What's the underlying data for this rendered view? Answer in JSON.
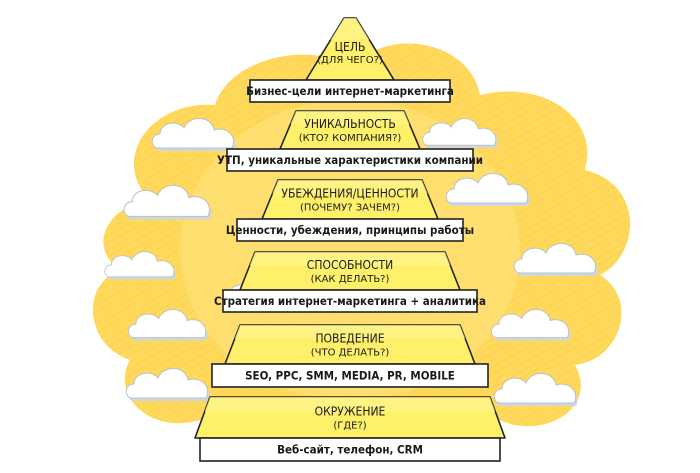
{
  "colors": {
    "cloud_yellow": "#ffd95c",
    "cloud_yellow_light": "#ffe68a",
    "tier_yellow": "#fff06a",
    "tier_yellow_top": "#fff58f",
    "outline": "#222222",
    "white_cloud": "#ffffff",
    "white_cloud_shadow": "#cfd6dc"
  },
  "tiers": [
    {
      "title": "ЦЕЛЬ",
      "subtitle": "(ДЛЯ ЧЕГО?)",
      "label": "Бизнес-цели интернет-маркетинга"
    },
    {
      "title": "УНИКАЛЬНОСТЬ",
      "subtitle": "(КТО? КОМПАНИЯ?)",
      "label": "УТП, уникальные характеристики компании"
    },
    {
      "title": "УБЕЖДЕНИЯ/ЦЕННОСТИ",
      "subtitle": "(ПОЧЕМУ? ЗАЧЕМ?)",
      "label": "Ценности, убеждения, принципы работы"
    },
    {
      "title": "СПОСОБНОСТИ",
      "subtitle": "(КАК ДЕЛАТЬ?)",
      "label": "Стратегия интернет-маркетинга + аналитика"
    },
    {
      "title": "ПОВЕДЕНИЕ",
      "subtitle": "(ЧТО ДЕЛАТЬ?)",
      "label": "SEO, PPC, SMM, MEDIA, PR, MOBILE"
    },
    {
      "title": "ОКРУЖЕНИЕ",
      "subtitle": "(ГДЕ?)",
      "label": "Веб-сайт, телефон, CRM"
    }
  ]
}
